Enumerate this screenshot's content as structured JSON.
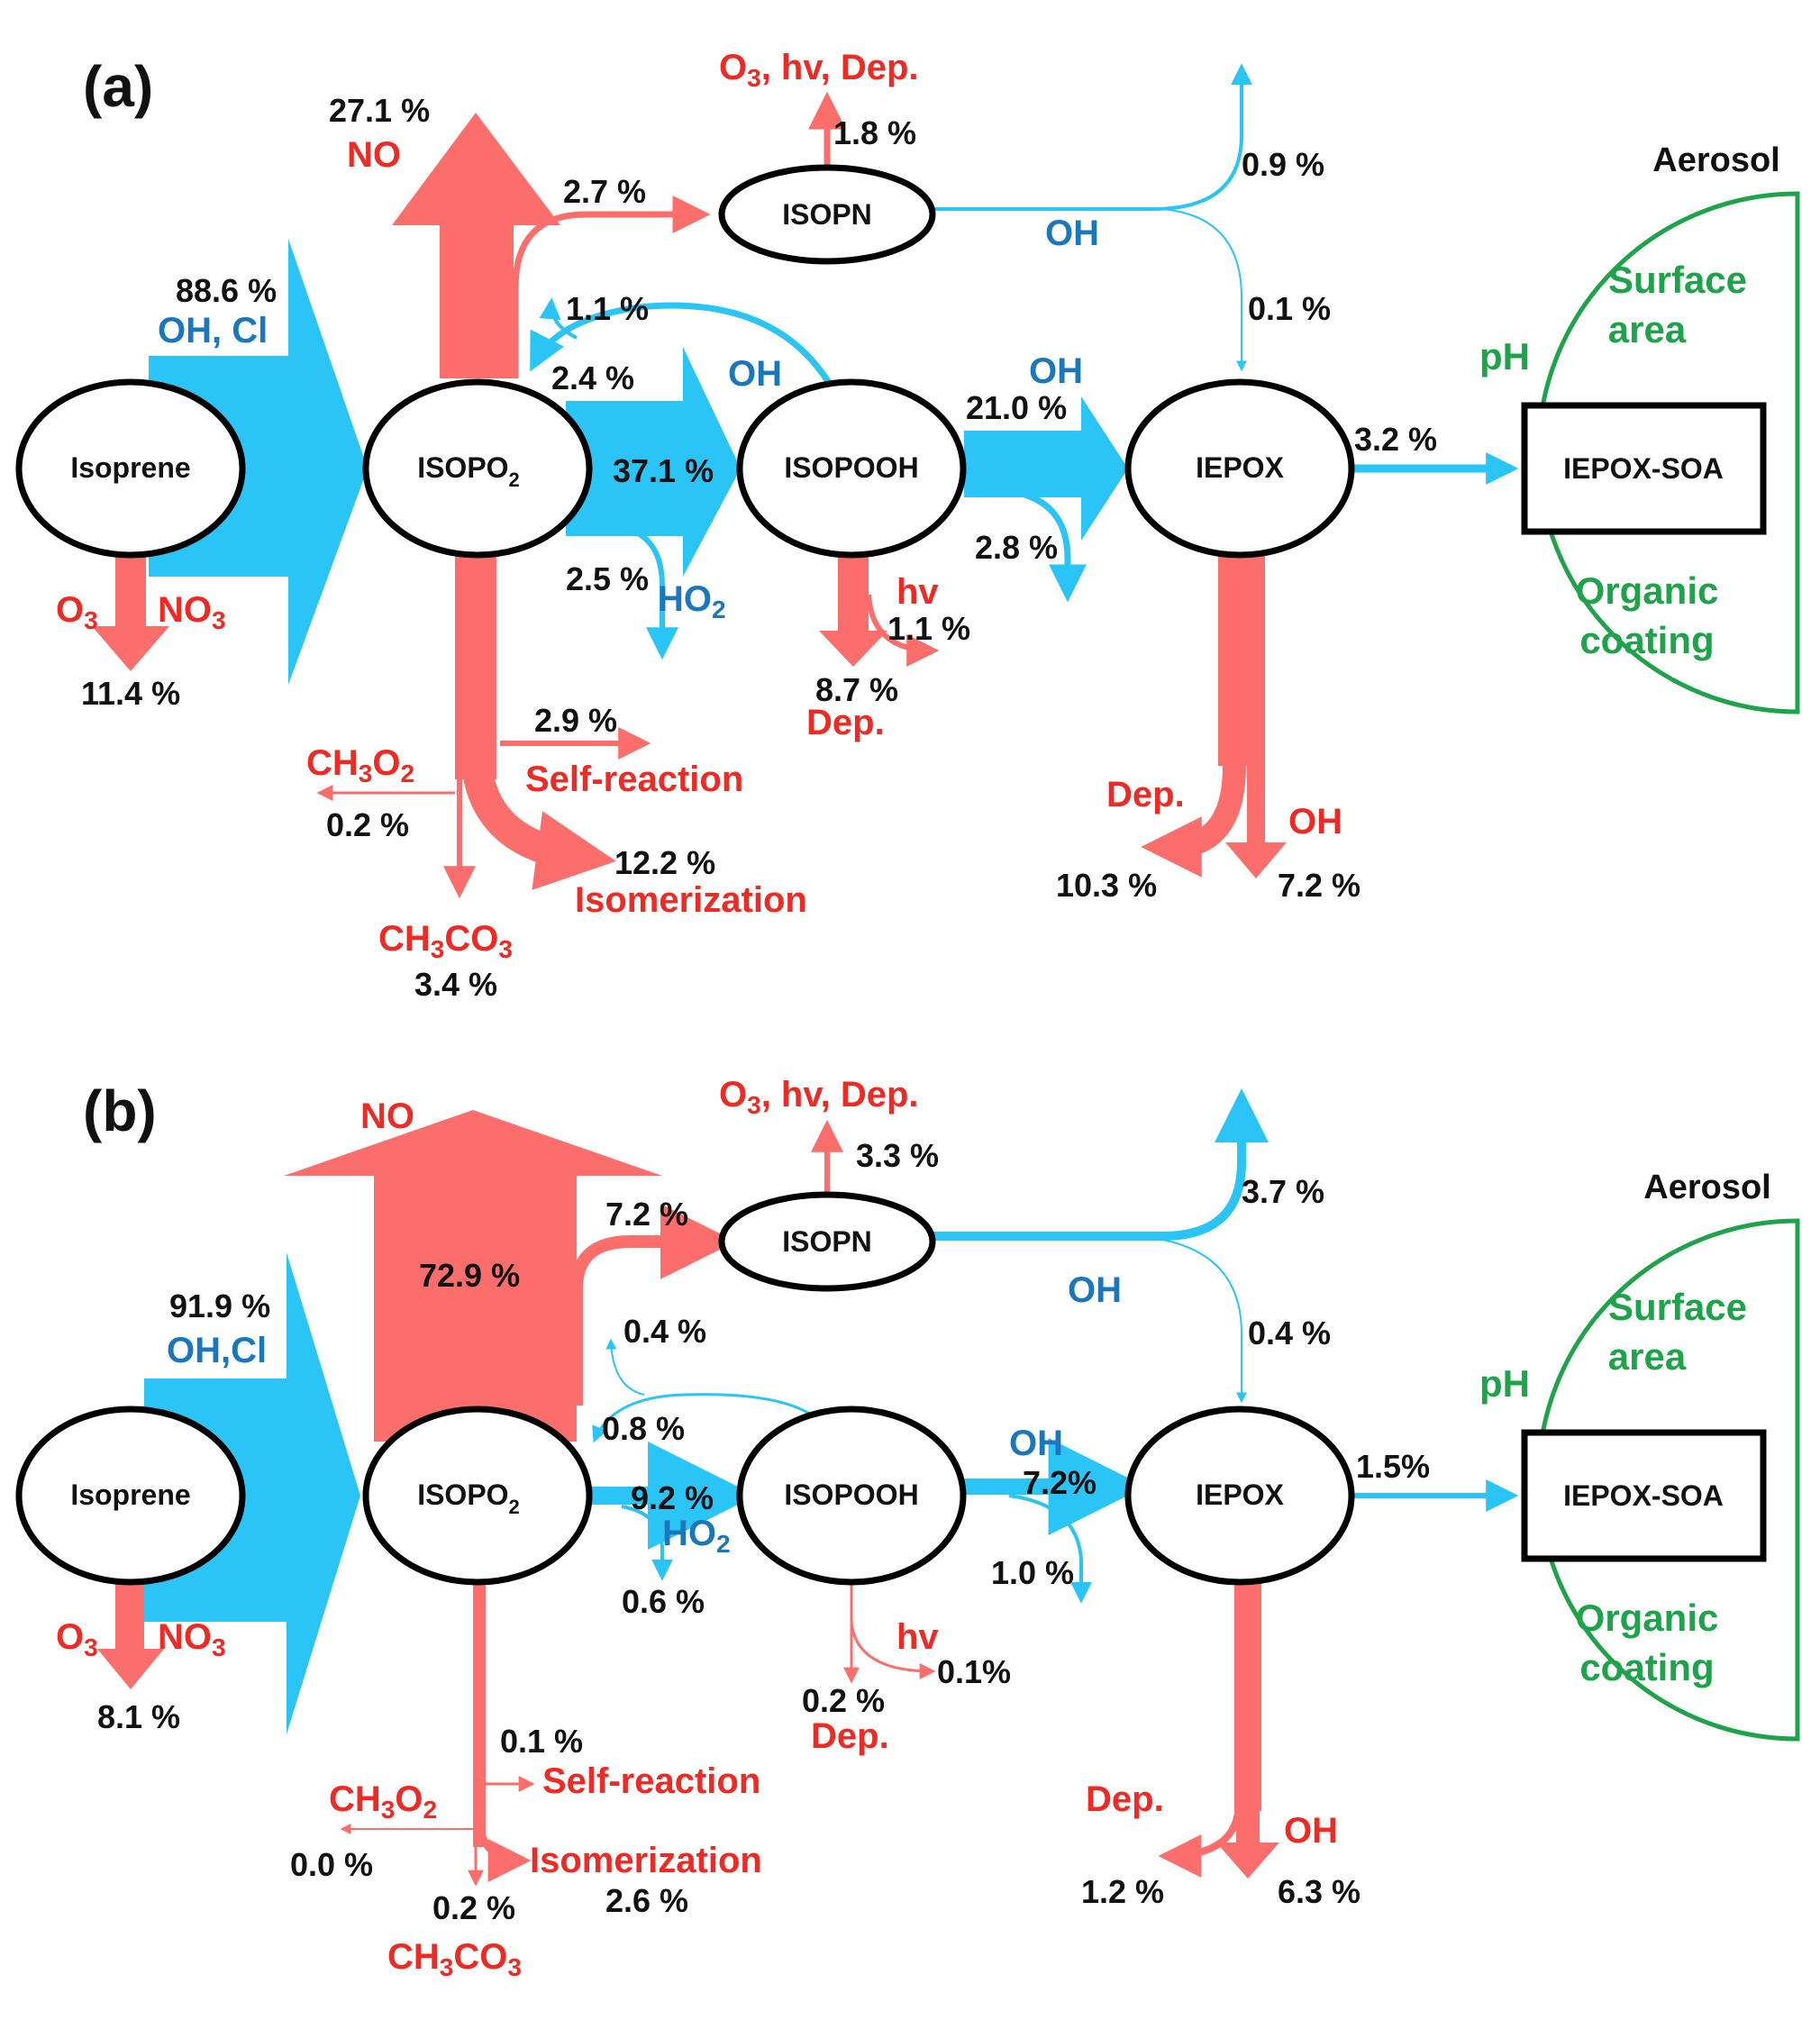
{
  "panel_a": {
    "label": "(a)",
    "nodes": {
      "isoprene": "Isoprene",
      "isopo2": "ISOPO",
      "isopo2_sub": "2",
      "isopooh": "ISOPOOH",
      "isopn": "ISOPN",
      "iepox": "IEPOX",
      "iepox_soa": "IEPOX-SOA"
    },
    "aerosol": {
      "title": "Aerosol",
      "surface1": "Surface",
      "surface2": "area",
      "ph": "pH",
      "organic1": "Organic",
      "organic2": "coating"
    },
    "values": {
      "oh_cl_pct": "88.6 %",
      "o3_no3_pct": "11.4 %",
      "no_pct": "27.1 %",
      "isopn_pct": "2.7 %",
      "isopn_loss_pct": "1.8 %",
      "isopn_oh_up_pct": "0.9 %",
      "isopn_iepox_pct": "0.1 %",
      "oh_ret_small_pct": "1.1 %",
      "oh_ret_pct": "2.4 %",
      "isopooh_pct": "37.1 %",
      "ho2_loss_pct": "2.5 %",
      "iepox_pct": "21.0 %",
      "iepox_side_pct": "2.8 %",
      "hv_pct": "1.1 %",
      "dep_isopooh_pct": "8.7 %",
      "soa_pct": "3.2 %",
      "self_pct": "2.9 %",
      "ch3o2_pct": "0.2 %",
      "iso_pct": "12.2 %",
      "ch3co3_pct": "3.4 %",
      "iepox_dep_pct": "10.3 %",
      "iepox_oh_pct": "7.2 %"
    },
    "labels": {
      "oh_cl": "OH, Cl",
      "o3_pre": "O",
      "o3_sub": "3",
      "no3_pre": "NO",
      "no3_sub": "3",
      "no": "NO",
      "isopn_loss_pre": "O",
      "isopn_loss_sub": "3",
      "isopn_loss_post": ", hv, Dep.",
      "oh_isopn": "OH",
      "oh_return": "OH",
      "ho2_pre": "HO",
      "ho2_sub": "2",
      "oh_iepox": "OH",
      "hv": "hv",
      "dep_isopooh": "Dep.",
      "self": "Self-reaction",
      "ch3o2_pre": "CH",
      "ch3o2_mid": "3",
      "ch3o2_o": "O",
      "ch3o2_sub": "2",
      "isomerization": "Isomerization",
      "ch3co3_pre": "CH",
      "ch3co3_mid": "3",
      "ch3co3_co": "CO",
      "ch3co3_sub": "3",
      "dep_iepox": "Dep.",
      "oh_iepox_loss": "OH"
    }
  },
  "panel_b": {
    "label": "(b)",
    "nodes": {
      "isoprene": "Isoprene",
      "isopo2": "ISOPO",
      "isopo2_sub": "2",
      "isopooh": "ISOPOOH",
      "isopn": "ISOPN",
      "iepox": "IEPOX",
      "iepox_soa": "IEPOX-SOA"
    },
    "aerosol": {
      "title": "Aerosol",
      "surface1": "Surface",
      "surface2": "area",
      "ph": "pH",
      "organic1": "Organic",
      "organic2": "coating"
    },
    "values": {
      "oh_cl_pct": "91.9 %",
      "o3_no3_pct": "8.1 %",
      "no_pct": "72.9 %",
      "isopn_pct": "7.2 %",
      "isopn_loss_pct": "3.3 %",
      "isopn_oh_up_pct": "3.7 %",
      "isopn_iepox_pct": "0.4 %",
      "oh_ret_small_pct": "0.4 %",
      "oh_ret_pct": "0.8 %",
      "isopooh_pct": "9.2 %",
      "ho2_loss_pct": "0.6 %",
      "iepox_pct": "7.2%",
      "iepox_side_pct": "1.0 %",
      "hv_pct": "0.1%",
      "dep_isopooh_pct": "0.2 %",
      "soa_pct": "1.5%",
      "self_pct": "0.1 %",
      "ch3o2_pct": "0.0 %",
      "iso_pct": "2.6 %",
      "ch3co3_pct": "0.2 %",
      "iepox_dep_pct": "1.2 %",
      "iepox_oh_pct": "6.3 %"
    },
    "labels": {
      "oh_cl": "OH,Cl",
      "o3_pre": "O",
      "o3_sub": "3",
      "no3_pre": "NO",
      "no3_sub": "3",
      "no": "NO",
      "isopn_loss_pre": "O",
      "isopn_loss_sub": "3",
      "isopn_loss_post": ", hv, Dep.",
      "oh_isopn": "OH",
      "ho2_pre": "HO",
      "ho2_sub": "2",
      "oh_iepox": "OH",
      "hv": "hv",
      "dep_isopooh": "Dep.",
      "self": "Self-reaction",
      "ch3o2_pre": "CH",
      "ch3o2_mid": "3",
      "ch3o2_o": "O",
      "ch3o2_sub": "2",
      "isomerization": "Isomerization",
      "ch3co3_pre": "CH",
      "ch3co3_mid": "3",
      "ch3co3_co": "CO",
      "ch3co3_sub": "3",
      "dep_iepox": "Dep.",
      "oh_iepox_loss": "OH"
    }
  },
  "colors": {
    "oh_pathway": "#2bc4f6",
    "loss_pathway": "#fc6e6c",
    "red_label": "#ee2a24",
    "blue_label": "#1a76bd",
    "aerosol": "#1ea34a",
    "node_outline": "#000000"
  }
}
